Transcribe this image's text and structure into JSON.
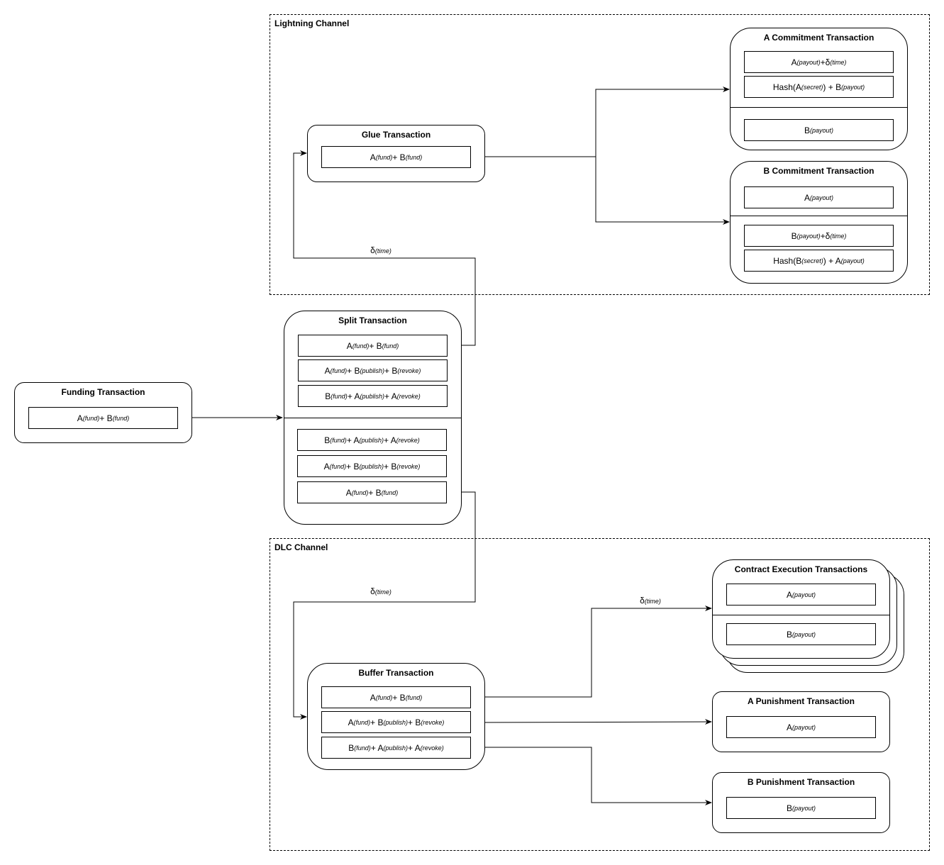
{
  "regions": {
    "lightning": "Lightning Channel",
    "dlc": "DLC Channel"
  },
  "funding": {
    "title": "Funding Transaction",
    "outputs": [
      [
        {
          "t": "A"
        },
        {
          "t": "(fund)",
          "s": 1
        },
        {
          "t": " + B"
        },
        {
          "t": "(fund)",
          "s": 1
        }
      ]
    ]
  },
  "split": {
    "title": "Split Transaction",
    "outputs_top": [
      [
        {
          "t": "A"
        },
        {
          "t": "(fund)",
          "s": 1
        },
        {
          "t": " + B"
        },
        {
          "t": "(fund)",
          "s": 1
        }
      ],
      [
        {
          "t": "A"
        },
        {
          "t": "(fund)",
          "s": 1
        },
        {
          "t": " + B"
        },
        {
          "t": "(publish)",
          "s": 1
        },
        {
          "t": " + B"
        },
        {
          "t": "(revoke)",
          "s": 1
        }
      ],
      [
        {
          "t": "B"
        },
        {
          "t": "(fund)",
          "s": 1
        },
        {
          "t": " + A"
        },
        {
          "t": "(publish)",
          "s": 1
        },
        {
          "t": " + A"
        },
        {
          "t": "(revoke)",
          "s": 1
        }
      ]
    ],
    "outputs_bottom": [
      [
        {
          "t": "B"
        },
        {
          "t": "(fund)",
          "s": 1
        },
        {
          "t": " + A"
        },
        {
          "t": "(publish)",
          "s": 1
        },
        {
          "t": " + A"
        },
        {
          "t": "(revoke)",
          "s": 1
        }
      ],
      [
        {
          "t": "A"
        },
        {
          "t": "(fund)",
          "s": 1
        },
        {
          "t": " + B"
        },
        {
          "t": "(publish)",
          "s": 1
        },
        {
          "t": " + B"
        },
        {
          "t": "(revoke)",
          "s": 1
        }
      ],
      [
        {
          "t": "A"
        },
        {
          "t": "(fund)",
          "s": 1
        },
        {
          "t": " + B"
        },
        {
          "t": "(fund)",
          "s": 1
        }
      ]
    ]
  },
  "glue": {
    "title": "Glue Transaction",
    "outputs": [
      [
        {
          "t": "A"
        },
        {
          "t": "(fund)",
          "s": 1
        },
        {
          "t": " + B"
        },
        {
          "t": "(fund)",
          "s": 1
        }
      ]
    ]
  },
  "a_commit": {
    "title": "A Commitment Transaction",
    "outputs_top": [
      [
        {
          "t": "A"
        },
        {
          "t": "(payout)",
          "s": 1
        },
        {
          "t": " +δ"
        },
        {
          "t": "(time)",
          "s": 1
        }
      ],
      [
        {
          "t": "Hash(A"
        },
        {
          "t": "(secret)",
          "s": 1
        },
        {
          "t": ") + B"
        },
        {
          "t": "(payout)",
          "s": 1
        }
      ]
    ],
    "outputs_bottom": [
      [
        {
          "t": "B"
        },
        {
          "t": "(payout)",
          "s": 1
        }
      ]
    ]
  },
  "b_commit": {
    "title": "B Commitment Transaction",
    "outputs_top": [
      [
        {
          "t": "A"
        },
        {
          "t": "(payout)",
          "s": 1
        }
      ]
    ],
    "outputs_bottom": [
      [
        {
          "t": "B"
        },
        {
          "t": "(payout)",
          "s": 1
        },
        {
          "t": " +δ"
        },
        {
          "t": "(time)",
          "s": 1
        }
      ],
      [
        {
          "t": "Hash(B"
        },
        {
          "t": "(secret)",
          "s": 1
        },
        {
          "t": ") + A"
        },
        {
          "t": "(payout)",
          "s": 1
        }
      ]
    ]
  },
  "buffer": {
    "title": "Buffer Transaction",
    "outputs": [
      [
        {
          "t": "A"
        },
        {
          "t": "(fund)",
          "s": 1
        },
        {
          "t": " + B"
        },
        {
          "t": "(fund)",
          "s": 1
        }
      ],
      [
        {
          "t": "A"
        },
        {
          "t": "(fund)",
          "s": 1
        },
        {
          "t": " + B"
        },
        {
          "t": "(publish)",
          "s": 1
        },
        {
          "t": " + B"
        },
        {
          "t": "(revoke)",
          "s": 1
        }
      ],
      [
        {
          "t": "B"
        },
        {
          "t": "(fund)",
          "s": 1
        },
        {
          "t": " + A"
        },
        {
          "t": "(publish)",
          "s": 1
        },
        {
          "t": " + A"
        },
        {
          "t": "(revoke)",
          "s": 1
        }
      ]
    ]
  },
  "cet": {
    "title": "Contract Execution Transactions",
    "outputs_top": [
      [
        {
          "t": "A"
        },
        {
          "t": "(payout)",
          "s": 1
        }
      ]
    ],
    "outputs_bottom": [
      [
        {
          "t": "B"
        },
        {
          "t": "(payout)",
          "s": 1
        }
      ]
    ]
  },
  "a_punish": {
    "title": "A Punishment Transaction",
    "outputs": [
      [
        {
          "t": "A"
        },
        {
          "t": "(payout)",
          "s": 1
        }
      ]
    ]
  },
  "b_punish": {
    "title": "B Punishment Transaction",
    "outputs": [
      [
        {
          "t": "B"
        },
        {
          "t": "(payout)",
          "s": 1
        }
      ]
    ]
  },
  "edge_labels": {
    "glue_delay": [
      {
        "t": "δ"
      },
      {
        "t": "(time)",
        "s": 1
      }
    ],
    "buffer_delay": [
      {
        "t": "δ"
      },
      {
        "t": "(time)",
        "s": 1
      }
    ],
    "cet_delay": [
      {
        "t": "δ"
      },
      {
        "t": "(time)",
        "s": 1
      }
    ]
  }
}
